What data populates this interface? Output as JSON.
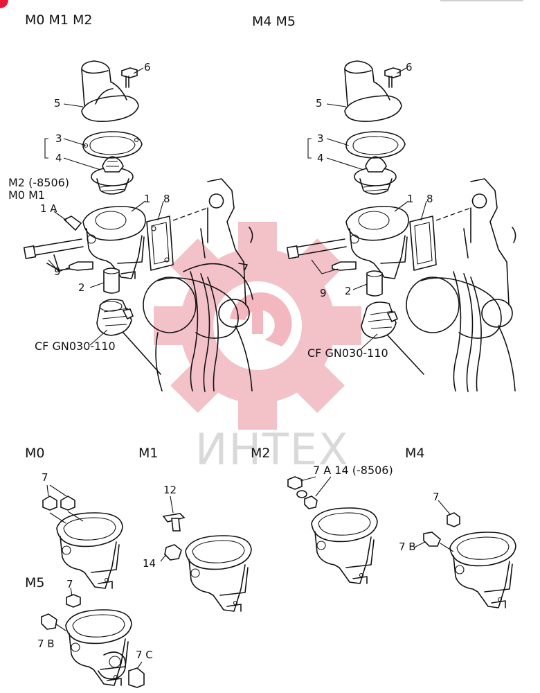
{
  "headings": {
    "top_left": "M0 M1 M2",
    "top_right": "M4 M5",
    "bottom_m0": "M0",
    "bottom_m1": "M1",
    "bottom_m2": "M2",
    "bottom_m4": "M4",
    "bottom_m5": "M5"
  },
  "left_assembly": {
    "label_6": "6",
    "label_5": "5",
    "label_3": "3",
    "label_4": "4",
    "model_note_1": "M2 (-8506)",
    "model_note_2": "M0 M1",
    "label_1a": "1 A",
    "label_1": "1",
    "label_8": "8",
    "label_9": "9",
    "label_2": "2",
    "part_code": "CF GN030-110"
  },
  "right_assembly": {
    "label_6": "6",
    "label_5": "5",
    "label_3": "3",
    "label_4": "4",
    "label_1": "1",
    "label_8": "8",
    "label_9": "9",
    "label_2": "2",
    "part_code": "CF GN030-110"
  },
  "variants": {
    "m0_label_7": "7",
    "m1_label_12": "12",
    "m1_label_14": "14",
    "m2_label_7a_14": "7 A 14 (-8506)",
    "m4_label_7": "7",
    "m4_label_7b": "7 B",
    "m5_label_7": "7",
    "m5_label_7b": "7 B",
    "m5_label_7c": "7 C"
  },
  "watermark": {
    "text": "ИНТЕХ",
    "gear_color": "#f2b7bf",
    "text_color": "#d9d9d9"
  },
  "colors": {
    "line": "#111111",
    "accent": "#e8173a"
  }
}
